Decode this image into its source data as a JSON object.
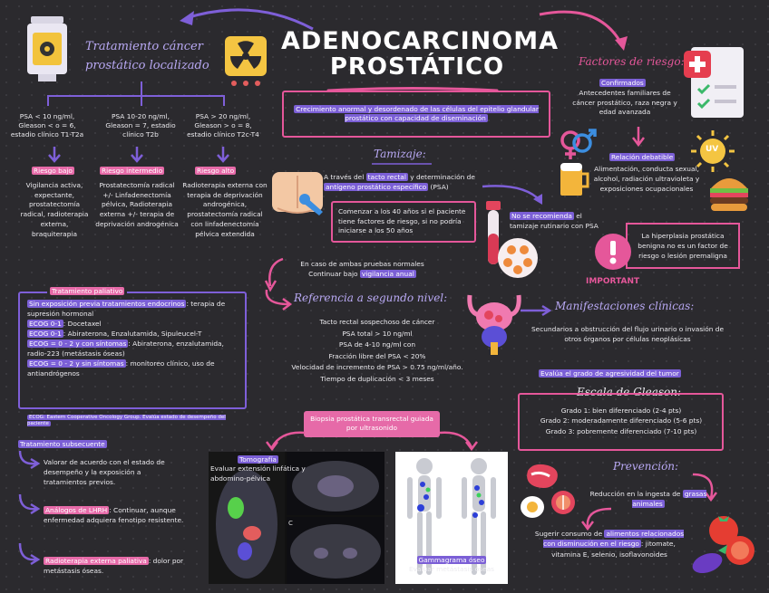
{
  "title": {
    "line1": "ADENOCARCINOMA",
    "line2": "PROSTÁTICO"
  },
  "definition": "Crecimiento anormal y desordenado de las células del epitelio glandular prostático con capacidad de diseminación",
  "treatment_localized": {
    "heading": "Tratamiento cáncer prostático localizado",
    "columns": [
      {
        "criteria": "PSA < 10 ng/ml, Gleason < o = 6, estadio clínico T1-T2a",
        "risk": "Riesgo bajo",
        "text": "Vigilancia activa, expectante, prostatectomía radical, radioterapia externa, braquiterapia"
      },
      {
        "criteria": "PSA 10-20 ng/ml, Gleason = 7, estadio clínico T2b",
        "risk": "Riesgo intermedio",
        "text": "Prostatectomía radical +/- Linfadenectomía pélvica, Radioterapia externa +/- terapia de deprivación androgénica"
      },
      {
        "criteria": "PSA > 20 ng/ml, Gleason > o = 8, estadio clínico T2c-T4",
        "risk": "Riesgo alto",
        "text": "Radioterapia externa con terapia de deprivación androgénica, prostatectomía radical con linfadenectomía pélvica extendida"
      }
    ]
  },
  "palliative": {
    "heading": "Tratamiento paliativo",
    "lines": [
      {
        "hl": "Sin exposición previa tratamientos endocrinos",
        "rest": ": terapia de supresión hormonal"
      },
      {
        "hl": "ECOG 0-1",
        "rest": ": Docetaxel"
      },
      {
        "hl": "ECOG 0-1",
        "rest": ": Abiraterona, Enzalutamida, Sipuleucel-T"
      },
      {
        "hl": "ECOG = 0 - 2 y con síntomas",
        "rest": ": Abiraterona, enzalutamida, radio-223 (metástasis óseas)"
      },
      {
        "hl": "ECOG = 0 - 2 y sin síntomas",
        "rest": ": monitoreo clínico, uso de antiandrógenos"
      }
    ],
    "footnote": "ECOG: Eastern Cooperative Oncology Group. Evalúa estado de desempeño del paciente"
  },
  "subsequent": {
    "heading": "Tratamiento subsecuente",
    "items": [
      {
        "hl": "",
        "text": "Valorar de acuerdo con el estado de desempeño y la exposición a tratamientos previos."
      },
      {
        "hl": "Análogos de LHRH",
        "text": ": Continuar, aunque enfermedad adquiera fenotipo resistente."
      },
      {
        "hl": "Radioterapia externa paliativa",
        "text": ": dolor por metástasis óseas."
      }
    ]
  },
  "screening": {
    "heading": "Tamizaje:",
    "text_a": "A través del ",
    "hl_a": "tacto rectal",
    "text_b": " y determinación de ",
    "hl_b": "antígeno prostático específico",
    "text_c": " (PSA)",
    "box": "Comenzar a los 40 años si el paciente tiene factores de riesgo, si no podría iniciarse a los 50 años",
    "normal": "En caso de ambas pruebas normales Continuar bajo ",
    "normal_hl": "vigilancia anual",
    "not_rec_hl": "No se recomienda",
    "not_rec": " el tamizaje rutinario con PSA"
  },
  "referral": {
    "heading": "Referencia a segundo nivel:",
    "lines": [
      "Tacto rectal sospechoso de cáncer",
      "PSA total > 10 ng/ml",
      "PSA de 4-10 ng/ml con",
      "Fracción libre del PSA < 20%",
      "Velocidad de incremento de PSA > 0.75 ng/ml/año.",
      "Tiempo de duplicación < 3 meses"
    ]
  },
  "biopsy": "Biopsia prostática transrectal guiada por ultrasonido",
  "tomography": {
    "hl": "Tomografía",
    "text": "Evaluar extensión linfática y abdomino-pélvica",
    "label_c": "C"
  },
  "scintigraphy": {
    "hl": "Gammagrama óseo",
    "text": "Evaluar metástasis óseas"
  },
  "risk_factors": {
    "heading": "Factores de riesgo:",
    "confirmed_hl": "Confirmados",
    "confirmed": "Antecedentes familiares de cáncer prostático, raza negra y edad avanzada",
    "debatable_hl": "Relación debatible",
    "debatable": "Alimentación, conducta sexual, alcohol, radiación ultravioleta y exposiciones ocupacionales",
    "important": "La hiperplasia prostática benigna no es un factor de riesgo o lesión premaligna",
    "important_label": "IMPORTANT",
    "uv_label": "UV"
  },
  "manifestations": {
    "heading": "Manifestaciones clínicas:",
    "text": "Secundarios a obstrucción del flujo urinario o invasión de otros órganos por células neoplásicas"
  },
  "gleason": {
    "pre": "Evalúa el grado de agresividad del tumor",
    "heading": "Escala de Gleason:",
    "lines": [
      "Grado 1: bien diferenciado (2-4 pts)",
      "Grado 2: moderadamente diferenciado (5-6 pts)",
      "Grado 3: pobremente diferenciado (7-10 pts)"
    ]
  },
  "prevention": {
    "heading": "Prevención:",
    "line1": "Reducción en la ingesta de ",
    "line1_hl": "grasas animales",
    "line2": "Sugerir consumo de ",
    "line2_hl": "alimentos relacionados con disminución en el riesgo",
    "line3": ": jitomate, vitamina E, selenio, isoflavonoides"
  },
  "colors": {
    "pink": "#e5579a",
    "purple": "#7e5fd8",
    "background": "#2b2a2e"
  }
}
